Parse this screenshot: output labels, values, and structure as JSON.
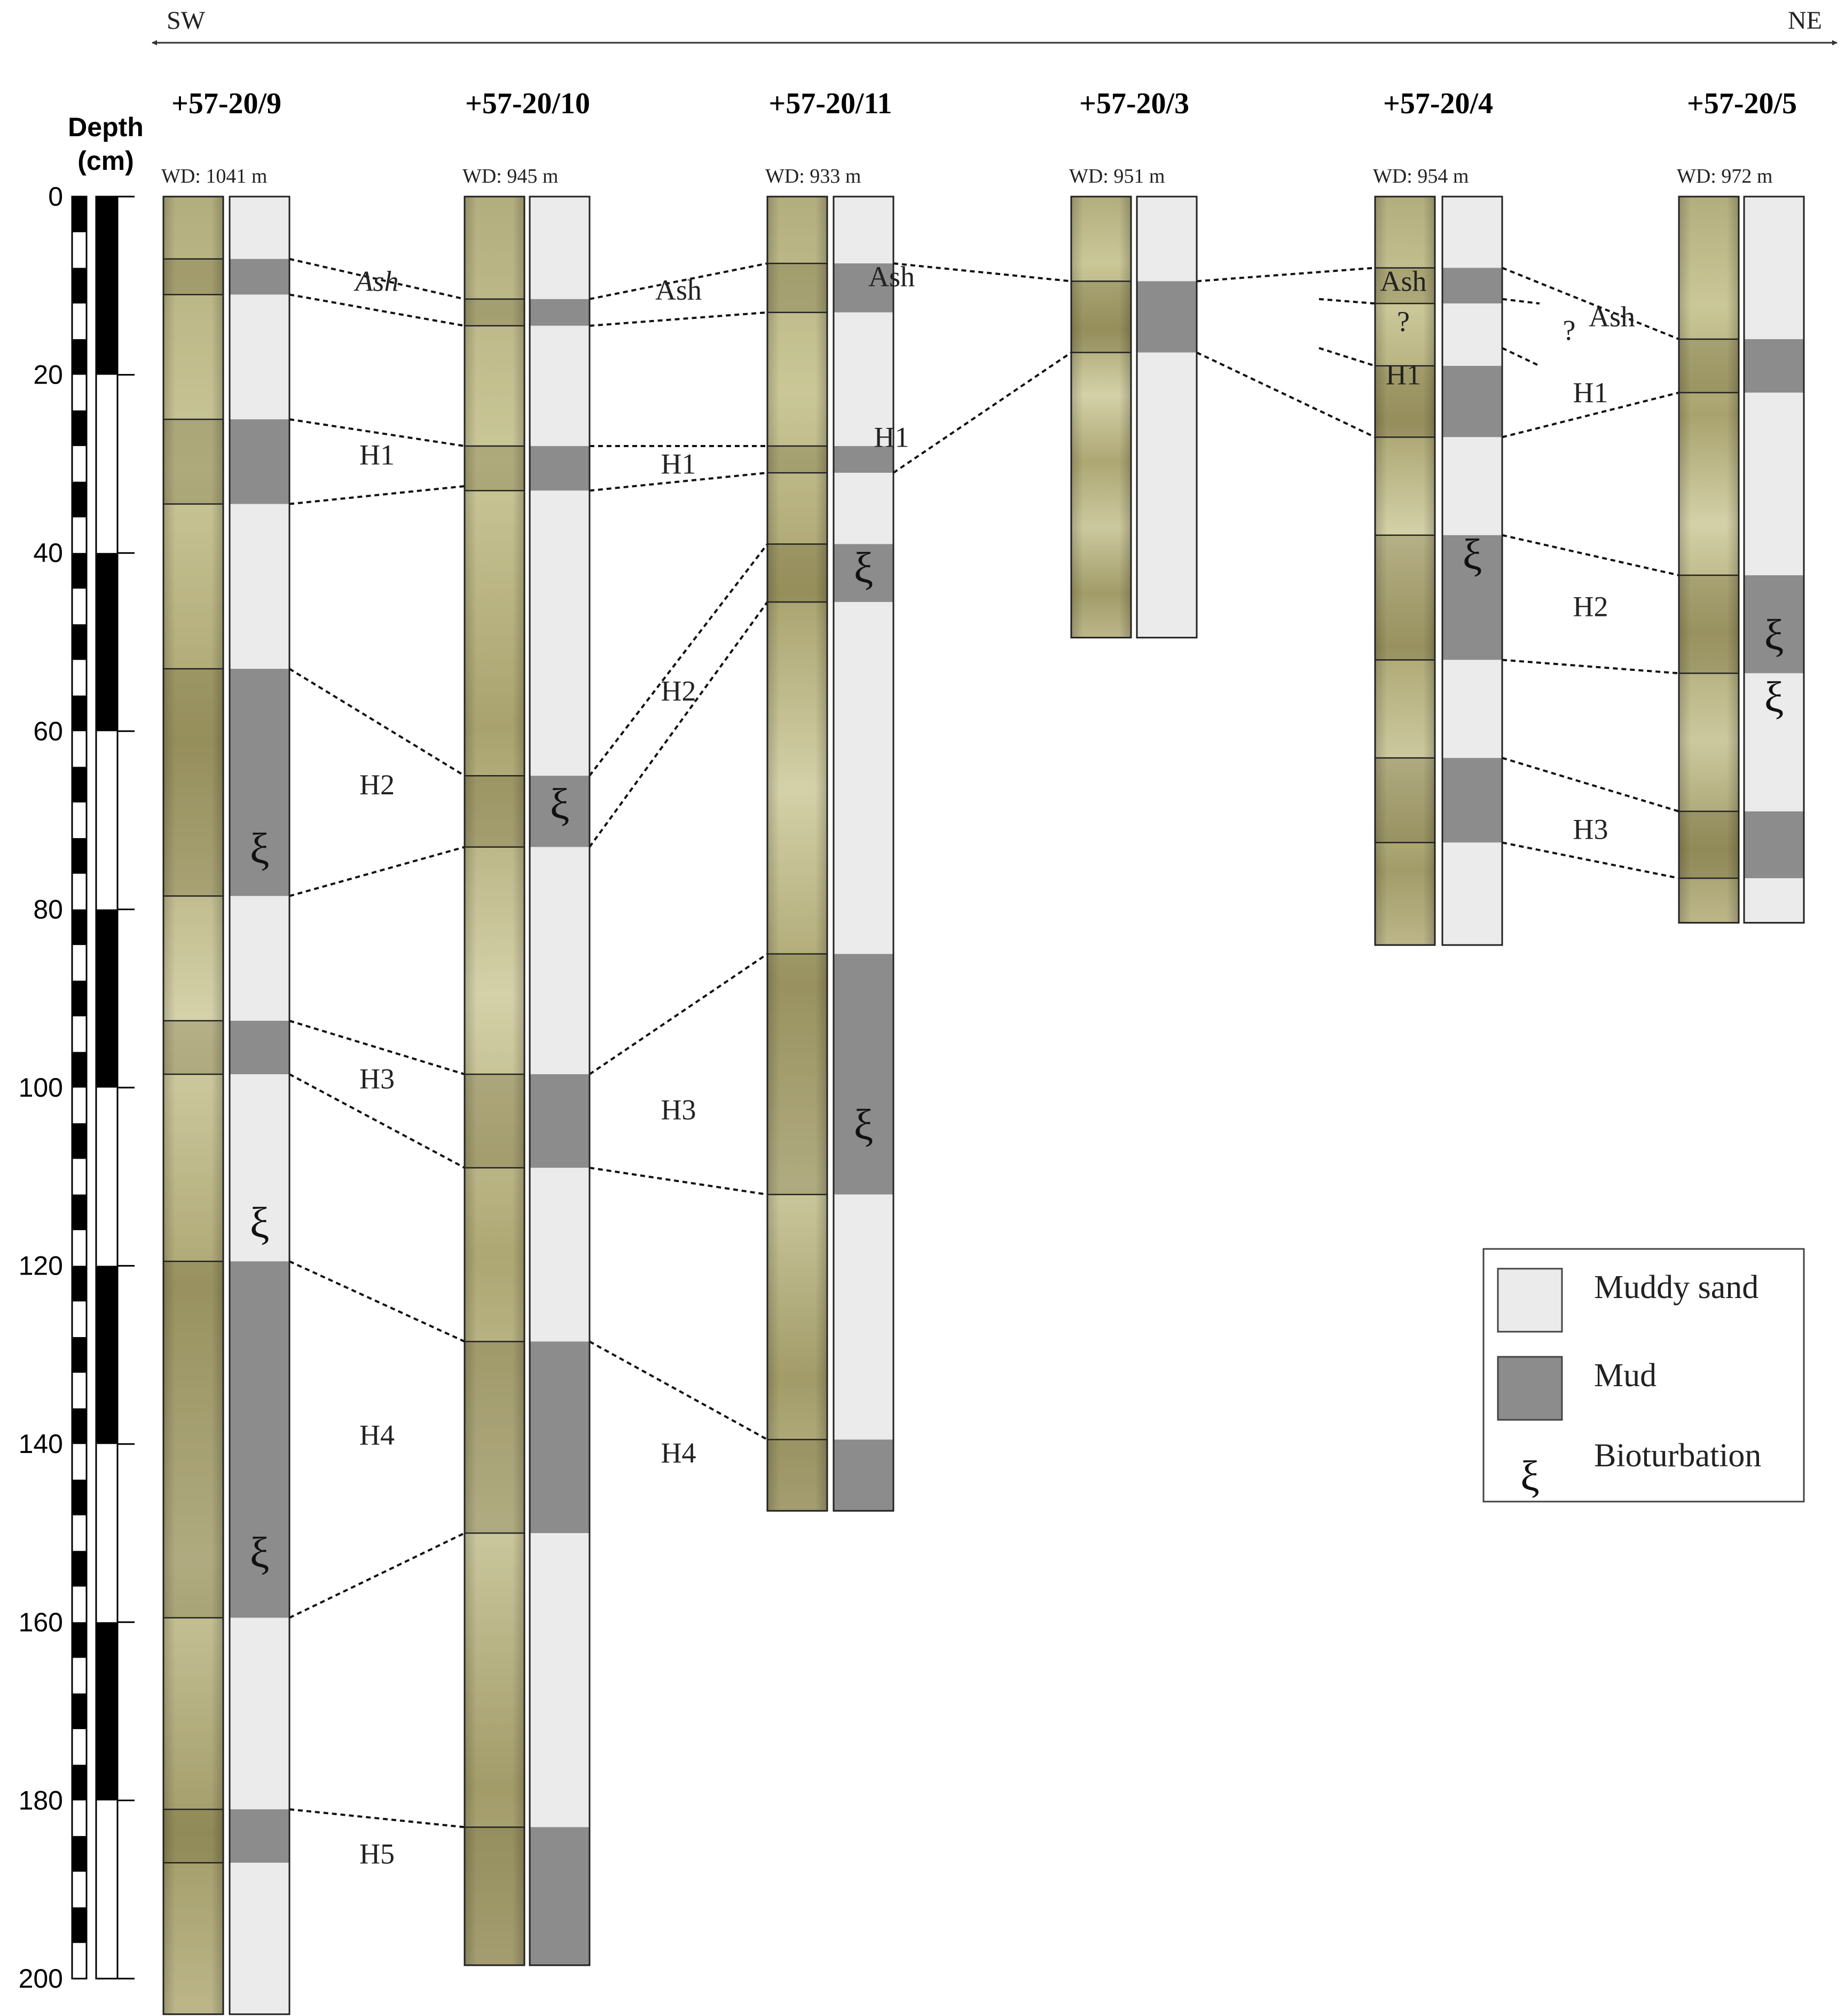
{
  "direction": {
    "left": "SW",
    "right": "NE"
  },
  "depth_axis": {
    "title_line1": "Depth",
    "title_line2": "(cm)",
    "ticks": [
      "0",
      "20",
      "40",
      "60",
      "80",
      "100",
      "120",
      "140",
      "160",
      "180",
      "200"
    ]
  },
  "wd_prefix": "WD: ",
  "cores": [
    {
      "id": "+57-20/9",
      "wd": "1041 m",
      "length_cm": 204,
      "units": [
        {
          "from": 0,
          "to": 7,
          "lith": "sand"
        },
        {
          "from": 7,
          "to": 11,
          "lith": "mud"
        },
        {
          "from": 11,
          "to": 25,
          "lith": "sand"
        },
        {
          "from": 25,
          "to": 34.5,
          "lith": "mud"
        },
        {
          "from": 34.5,
          "to": 53,
          "lith": "sand"
        },
        {
          "from": 53,
          "to": 78.5,
          "lith": "mud"
        },
        {
          "from": 78.5,
          "to": 92.5,
          "lith": "sand"
        },
        {
          "from": 92.5,
          "to": 98.5,
          "lith": "mud"
        },
        {
          "from": 98.5,
          "to": 119.5,
          "lith": "sand"
        },
        {
          "from": 119.5,
          "to": 159.5,
          "lith": "mud"
        },
        {
          "from": 159.5,
          "to": 181,
          "lith": "sand"
        },
        {
          "from": 181,
          "to": 187,
          "lith": "mud"
        },
        {
          "from": 187,
          "to": 204,
          "lith": "sand"
        }
      ],
      "bioturbation": [
        73,
        115,
        152
      ]
    },
    {
      "id": "+57-20/10",
      "wd": "945 m",
      "length_cm": 198.5,
      "units": [
        {
          "from": 0,
          "to": 11.5,
          "lith": "sand"
        },
        {
          "from": 11.5,
          "to": 14.5,
          "lith": "mud"
        },
        {
          "from": 14.5,
          "to": 28,
          "lith": "sand"
        },
        {
          "from": 28,
          "to": 33,
          "lith": "mud"
        },
        {
          "from": 33,
          "to": 65,
          "lith": "sand"
        },
        {
          "from": 65,
          "to": 73,
          "lith": "mud"
        },
        {
          "from": 73,
          "to": 98.5,
          "lith": "sand"
        },
        {
          "from": 98.5,
          "to": 109,
          "lith": "mud"
        },
        {
          "from": 109,
          "to": 128.5,
          "lith": "sand"
        },
        {
          "from": 128.5,
          "to": 150,
          "lith": "mud"
        },
        {
          "from": 150,
          "to": 183,
          "lith": "sand"
        },
        {
          "from": 183,
          "to": 198.5,
          "lith": "mud"
        }
      ],
      "bioturbation": [
        68
      ]
    },
    {
      "id": "+57-20/11",
      "wd": "933 m",
      "length_cm": 147.5,
      "units": [
        {
          "from": 0,
          "to": 7.5,
          "lith": "sand"
        },
        {
          "from": 7.5,
          "to": 13,
          "lith": "mud"
        },
        {
          "from": 13,
          "to": 28,
          "lith": "sand"
        },
        {
          "from": 28,
          "to": 31,
          "lith": "mud"
        },
        {
          "from": 31,
          "to": 39,
          "lith": "sand"
        },
        {
          "from": 39,
          "to": 45.5,
          "lith": "mud"
        },
        {
          "from": 45.5,
          "to": 85,
          "lith": "sand"
        },
        {
          "from": 85,
          "to": 112,
          "lith": "mud"
        },
        {
          "from": 112,
          "to": 139.5,
          "lith": "sand"
        },
        {
          "from": 139.5,
          "to": 147.5,
          "lith": "mud"
        }
      ],
      "bioturbation": [
        41.5,
        104
      ]
    },
    {
      "id": "+57-20/3",
      "wd": "951 m",
      "length_cm": 49.5,
      "units": [
        {
          "from": 0,
          "to": 9.5,
          "lith": "sand"
        },
        {
          "from": 9.5,
          "to": 17.5,
          "lith": "mud"
        },
        {
          "from": 17.5,
          "to": 49.5,
          "lith": "sand"
        }
      ],
      "bioturbation": []
    },
    {
      "id": "+57-20/4",
      "wd": "954 m",
      "length_cm": 84,
      "units": [
        {
          "from": 0,
          "to": 8,
          "lith": "sand"
        },
        {
          "from": 8,
          "to": 12,
          "lith": "mud"
        },
        {
          "from": 12,
          "to": 19,
          "lith": "sand"
        },
        {
          "from": 19,
          "to": 27,
          "lith": "mud"
        },
        {
          "from": 27,
          "to": 38,
          "lith": "sand"
        },
        {
          "from": 38,
          "to": 52,
          "lith": "mud"
        },
        {
          "from": 52,
          "to": 63,
          "lith": "sand"
        },
        {
          "from": 63,
          "to": 72.5,
          "lith": "mud"
        },
        {
          "from": 72.5,
          "to": 84,
          "lith": "sand"
        }
      ],
      "bioturbation": [
        40
      ]
    },
    {
      "id": "+57-20/5",
      "wd": "972 m",
      "length_cm": 81.5,
      "units": [
        {
          "from": 0,
          "to": 16,
          "lith": "sand"
        },
        {
          "from": 16,
          "to": 22,
          "lith": "mud"
        },
        {
          "from": 22,
          "to": 42.5,
          "lith": "sand"
        },
        {
          "from": 42.5,
          "to": 53.5,
          "lith": "mud"
        },
        {
          "from": 53.5,
          "to": 69,
          "lith": "sand"
        },
        {
          "from": 69,
          "to": 76.5,
          "lith": "mud"
        },
        {
          "from": 76.5,
          "to": 81.5,
          "lith": "sand"
        }
      ],
      "bioturbation": [
        49,
        56
      ]
    }
  ],
  "correlations": [
    {
      "a": 0,
      "b": 1,
      "pairs": [
        [
          7,
          11.5
        ],
        [
          11,
          14.5
        ],
        [
          25,
          28
        ],
        [
          34.5,
          32.5
        ],
        [
          53,
          65
        ],
        [
          78.5,
          73
        ],
        [
          92.5,
          98.5
        ],
        [
          98.5,
          109
        ],
        [
          119.5,
          128.5
        ],
        [
          159.5,
          150
        ],
        [
          181,
          183
        ]
      ]
    },
    {
      "a": 1,
      "b": 2,
      "pairs": [
        [
          14.5,
          13
        ],
        [
          11.5,
          7.5
        ],
        [
          28,
          28
        ],
        [
          33,
          31
        ],
        [
          65,
          39
        ],
        [
          73,
          45.5
        ],
        [
          98.5,
          85
        ],
        [
          109,
          112
        ],
        [
          128.5,
          139.5
        ]
      ]
    },
    {
      "a": 2,
      "b": 3,
      "pairs": [
        [
          7.5,
          9.5
        ],
        [
          31,
          17.5
        ]
      ]
    },
    {
      "a": 3,
      "b": 4,
      "pairs": [
        [
          9.5,
          8
        ],
        [
          17.5,
          27
        ]
      ]
    },
    {
      "a": 4,
      "b": 5,
      "pairs": [
        [
          8,
          16
        ],
        [
          27,
          22
        ],
        [
          38,
          42.5
        ],
        [
          52,
          53.5
        ],
        [
          63,
          69
        ],
        [
          72.5,
          76.5
        ]
      ]
    }
  ],
  "question_lines": [
    {
      "core": 4,
      "pairs": [
        [
          11.5,
          12
        ],
        [
          17,
          19
        ]
      ]
    }
  ],
  "labels": [
    {
      "text": "Ash",
      "italic": true,
      "left_core": 0,
      "depth": 9.5
    },
    {
      "text": "H1",
      "left_core": 0,
      "depth": 29
    },
    {
      "text": "H2",
      "left_core": 0,
      "depth": 66
    },
    {
      "text": "H3",
      "left_core": 0,
      "depth": 99
    },
    {
      "text": "H4",
      "left_core": 0,
      "depth": 139
    },
    {
      "text": "H5",
      "left_core": 0,
      "depth": 186
    },
    {
      "text": "Ash",
      "left_core": 1,
      "depth": 10.5
    },
    {
      "text": "H1",
      "left_core": 1,
      "depth": 30
    },
    {
      "text": "H2",
      "left_core": 1,
      "depth": 55.5
    },
    {
      "text": "H3",
      "left_core": 1,
      "depth": 102.5
    },
    {
      "text": "H4",
      "left_core": 1,
      "depth": 141
    },
    {
      "text": "Ash",
      "left_core": 2,
      "depth": 9,
      "offset": -170
    },
    {
      "text": "H1",
      "left_core": 2,
      "depth": 27,
      "offset": -170
    },
    {
      "text": "Ash",
      "left_core": 3,
      "depth": 9.5,
      "offset": 220
    },
    {
      "text": "?",
      "left_core": 3,
      "depth": 14,
      "offset": 220
    },
    {
      "text": "H1",
      "left_core": 3,
      "depth": 20,
      "offset": 220
    },
    {
      "text": "?",
      "left_core": 4,
      "depth": 15,
      "offset": -40
    },
    {
      "text": "Ash",
      "left_core": 4,
      "depth": 13.5,
      "offset": 40
    },
    {
      "text": "H1",
      "left_core": 4,
      "depth": 22
    },
    {
      "text": "H2",
      "left_core": 4,
      "depth": 46
    },
    {
      "text": "H3",
      "left_core": 4,
      "depth": 71
    }
  ],
  "legend": {
    "muddy_sand": "Muddy sand",
    "mud": "Mud",
    "bioturbation": "Bioturbation",
    "bio_symbol": "ξ"
  },
  "colors": {
    "muddy_sand": "#ebebeb",
    "mud": "#8c8c8c",
    "photo_light": "#cfcc9c",
    "photo_dark": "#8f8858",
    "line": "#111111"
  }
}
